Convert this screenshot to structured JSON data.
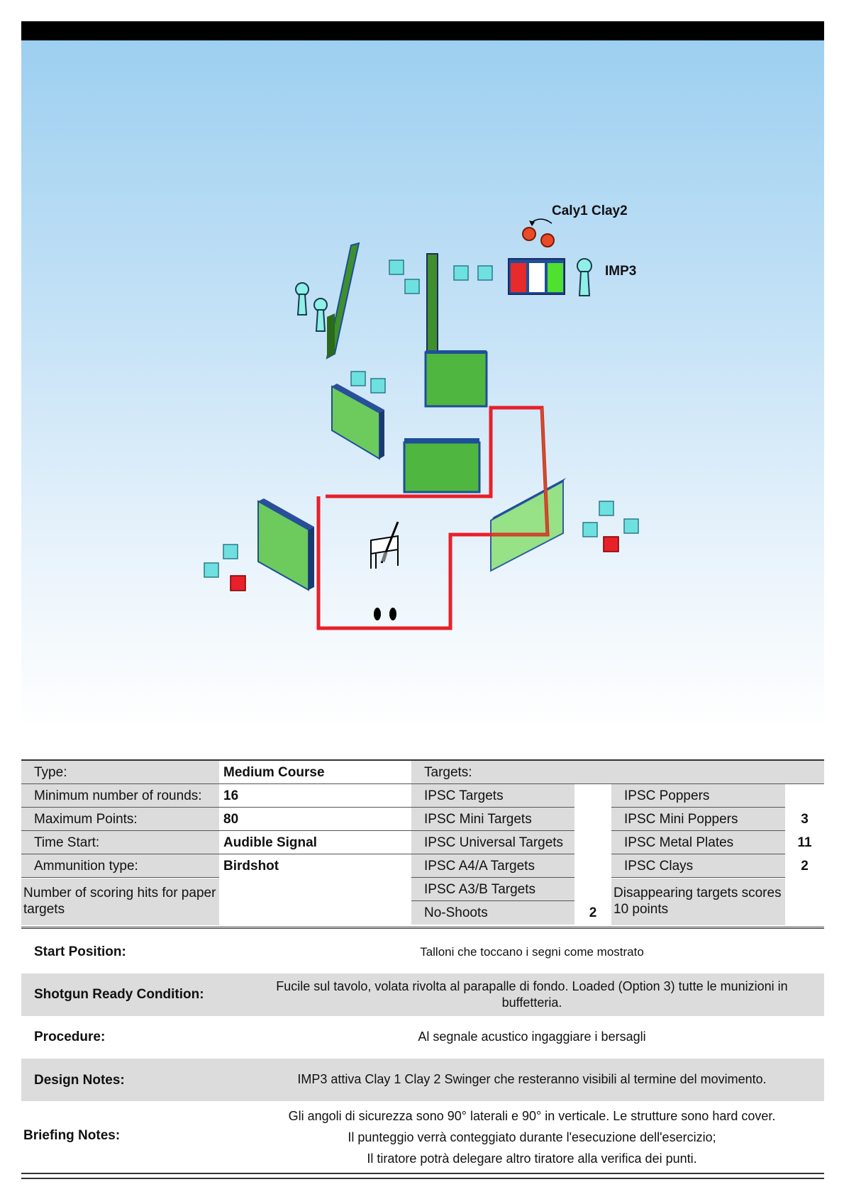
{
  "diagram": {
    "labels": {
      "clays": "Caly1 Clay2",
      "imp": "IMP3"
    },
    "colors": {
      "fault_line": "#e8202a",
      "barrier": "#5fc455",
      "barrier_edge": "#1d4f9a",
      "paper_target": "#6fe0e0",
      "no_shoot": "#e8202a",
      "popper": "#8ff0e8",
      "clay": "#e84a2a"
    }
  },
  "info": {
    "left": [
      {
        "label": "Type:",
        "value": "Medium Course"
      },
      {
        "label": "Minimum number of rounds:",
        "value": "16"
      },
      {
        "label": "Maximum Points:",
        "value": "80"
      },
      {
        "label": "Time Start:",
        "value": "Audible Signal"
      },
      {
        "label": "Ammunition type:",
        "value": "Birdshot"
      },
      {
        "label": "Number of scoring hits for paper targets",
        "value": ""
      }
    ],
    "targets_header": "Targets:",
    "targets_mid": [
      {
        "label": "IPSC Targets",
        "count": ""
      },
      {
        "label": "IPSC Mini Targets",
        "count": ""
      },
      {
        "label": "IPSC Universal Targets",
        "count": ""
      },
      {
        "label": "IPSC A4/A Targets",
        "count": ""
      },
      {
        "label": "IPSC A3/B Targets",
        "count": ""
      },
      {
        "label": "No-Shoots",
        "count": "2"
      }
    ],
    "targets_right": [
      {
        "label": "IPSC Poppers",
        "count": ""
      },
      {
        "label": "IPSC Mini Poppers",
        "count": "3"
      },
      {
        "label": "IPSC Metal Plates",
        "count": "11"
      },
      {
        "label": "IPSC Clays",
        "count": "2"
      },
      {
        "label": "Disappearing targets scores 10 points",
        "count": ""
      }
    ]
  },
  "notes": {
    "start_position": {
      "label": "Start Position:",
      "value": "Talloni che toccano i segni come mostrato"
    },
    "ready_condition": {
      "label": "Shotgun Ready Condition:",
      "value": "Fucile sul tavolo, volata rivolta al parapalle di fondo. Loaded (Option 3) tutte le munizioni in buffetteria."
    },
    "procedure": {
      "label": "Procedure:",
      "value": "Al segnale acustico ingaggiare i bersagli"
    },
    "design_notes": {
      "label": "Design Notes:",
      "value": "IMP3 attiva Clay 1 Clay 2 Swinger che resteranno visibili al termine del movimento."
    },
    "briefing_notes": {
      "label": "Briefing Notes:",
      "lines": [
        "Gli angoli di sicurezza sono 90° laterali e 90° in verticale. Le strutture sono hard cover.",
        "Il punteggio verrà conteggiato durante l'esecuzione dell'esercizio;",
        "Il tiratore potrà delegare altro tiratore alla verifica dei punti."
      ]
    }
  }
}
